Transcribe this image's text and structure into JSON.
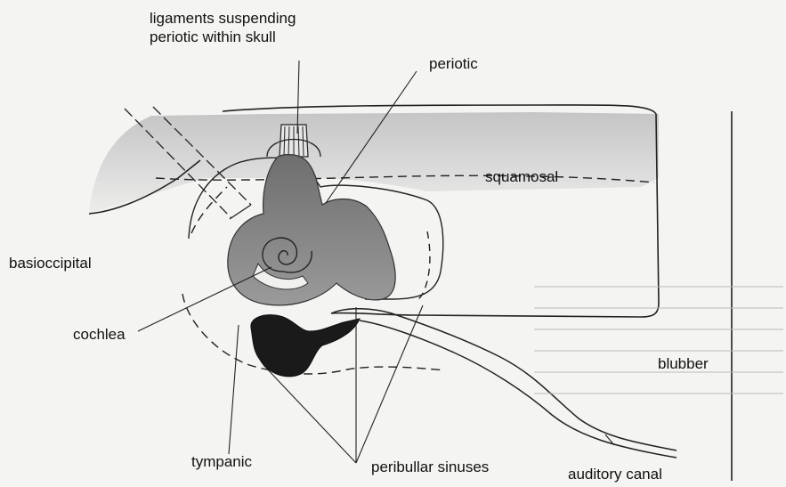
{
  "labels": {
    "ligaments": [
      "ligaments suspending",
      "periotic within skull"
    ],
    "periotic": "periotic",
    "squamosal": "squamosal",
    "basioccipital": "basioccipital",
    "cochlea": "cochlea",
    "blubber": "blubber",
    "tympanic": "tympanic",
    "peribullar_sinuses": "peribullar sinuses",
    "auditory_canal": "auditory canal"
  },
  "colors": {
    "periotic_fill": "#7a7a7a",
    "tympanic_fill": "#1a1a1a",
    "shading": "#c9c9c9",
    "line": "#222222",
    "background": "#f4f4f2"
  }
}
